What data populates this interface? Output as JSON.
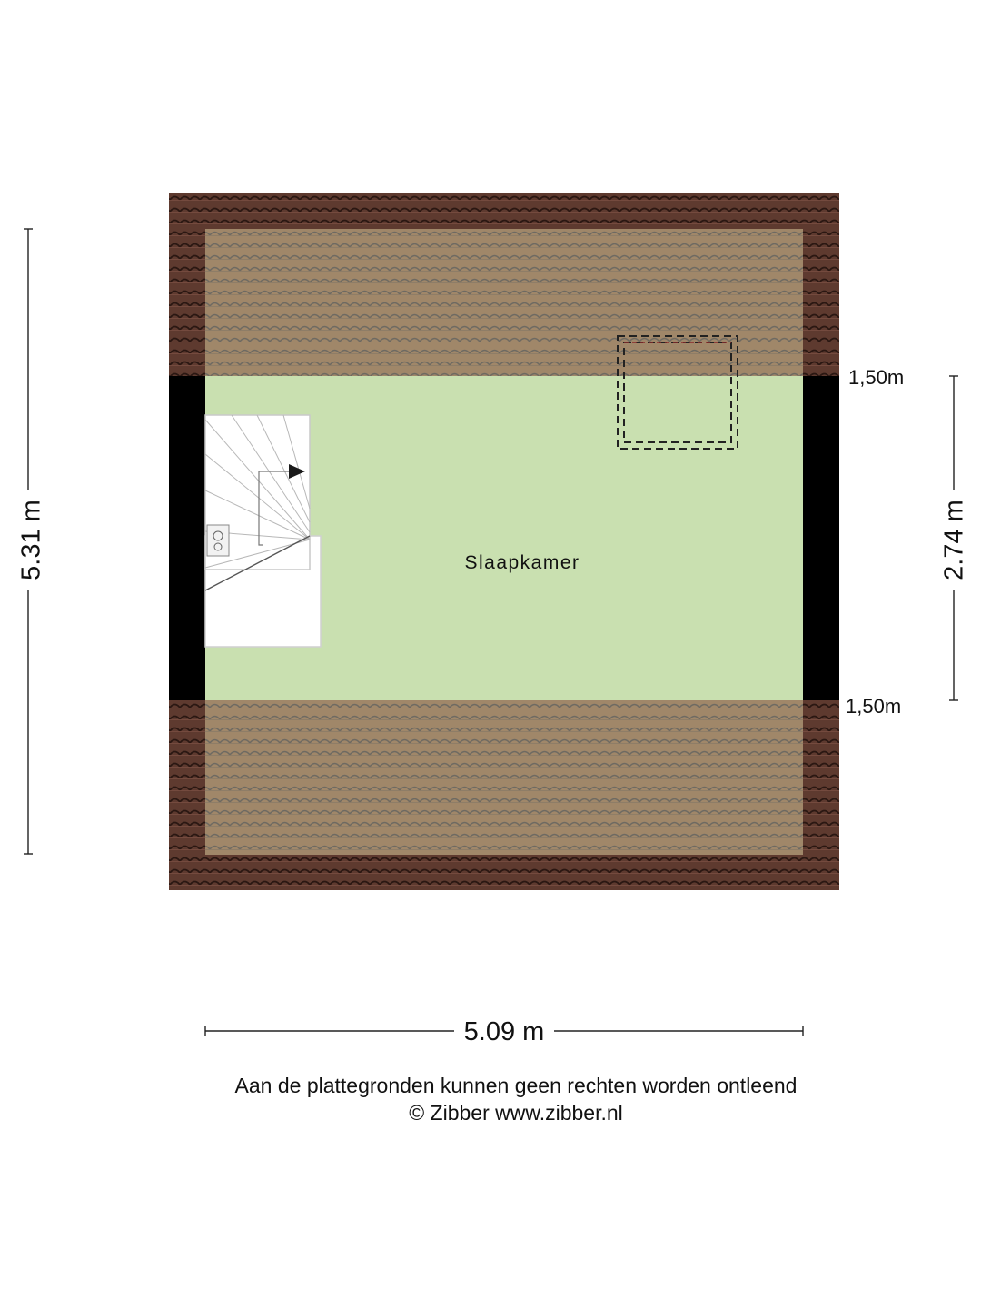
{
  "room": {
    "name": "Slaapkamer"
  },
  "dimensions": {
    "total_width": "5.09 m",
    "total_height": "5.31 m",
    "room_height": "2.74 m",
    "knee_wall_top": "1,50m",
    "knee_wall_bottom": "1,50m"
  },
  "footer": {
    "disclaimer": "Aan de plattegronden kunnen geen rechten worden ontleend",
    "copyright": "© Zibber www.zibber.nl"
  },
  "colors": {
    "roof_tile": "#5e3a2f",
    "roof_inner": "#a08769",
    "floor": "#c9e0b0",
    "wall": "#000000",
    "stair": "#ffffff"
  },
  "icons": {
    "stair_direction": "arrow-right-icon",
    "boiler": "boiler-icon"
  }
}
